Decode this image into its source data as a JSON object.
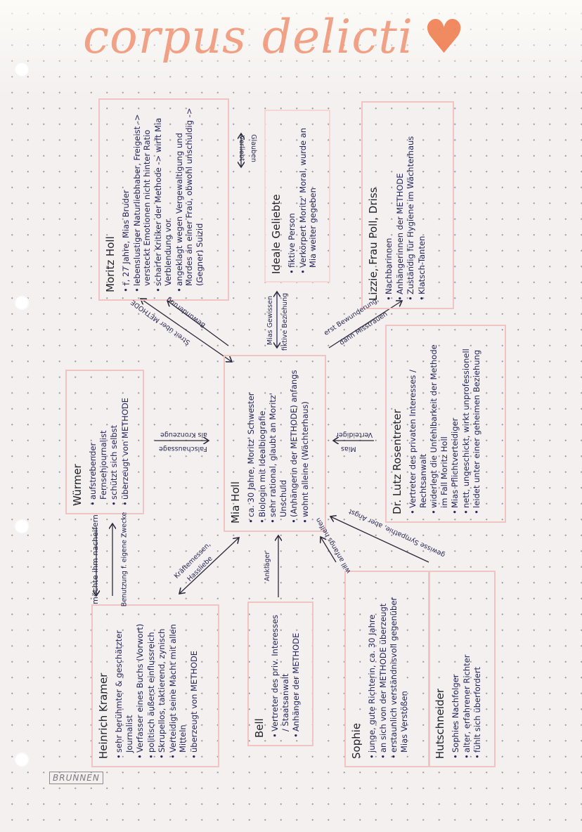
{
  "title": "corpus delicti",
  "title_heart": "♥",
  "brand": "BRUNNEN",
  "colors": {
    "box_border": "#f1c4c4",
    "title": "#f08c6a",
    "ink": "#26235a"
  },
  "characters": {
    "moritz": {
      "name": "Moritz Holl",
      "items": [
        "†, 27 Jahre, Mias Bruder",
        "lebenslustiger Naturliebhaber, Freigeist -> versteckt Emotionen nicht hinter Ratio",
        "scharfer Kritiker der Methode -> wirft Mia Verblendung vor",
        "angeklagt wegen Vergewaltigung und Mordes an einer Frau, obwohl unschuldig -> (Gegner) Suizid"
      ]
    },
    "geliebte": {
      "name": "Ideale Geliebte",
      "items": [
        "fiktive Person",
        "Verkörpert Moritz' Moral, wurde an Mia weiter gegeben"
      ]
    },
    "lizzie": {
      "name": "Lizzie, Frau Poll, Driss",
      "items": [
        "Nachbarinnen",
        "Anhängerinnen der METHODE",
        "Zuständig für Hygiene im Wächterhaus",
        "Klatsch-Tanten"
      ]
    },
    "wuermer": {
      "name": "Würmer",
      "items": [
        "aufstrebender Fernsehjournalist",
        "schützt sich selbst",
        "überzeugt von METHODE"
      ]
    },
    "mia": {
      "name": "Mia Holl",
      "items": [
        "ca. 30 Jahre, Moritz' Schwester",
        "Biologin mit Idealbiografie",
        "sehr rational, glaubt an Moritz' Unschuld",
        "(Anhängerin der METHODE) anfangs",
        "wohnt alleine (Wächterhaus)"
      ]
    },
    "lutz": {
      "name": "Dr. Lutz Rosentreter",
      "items": [
        "Vertreter des privaten Interesses / Rechtsanwalt",
        "widerlegt die Unfehlbarkeit der Methode im Fall Moritz Holl",
        "Mias Pflichtverteidiger",
        "nett, ungeschickt, wirkt unprofessionell",
        "leidet unter einer geheimen Beziehung"
      ]
    },
    "kramer": {
      "name": "Heinrich Kramer",
      "items": [
        "sehr berühmter & geschätzter Journalist",
        "Verfasser eines Buchs (Vorwort)",
        "politisch äußerst einflussreich",
        "Skrupellos, taktierend, zynisch",
        "Verteidigt seine Macht mit allen Mitteln",
        "überzeugt von METHODE"
      ]
    },
    "bell": {
      "name": "Bell",
      "items": [
        "Vertreter des priv. Interesses / Staatsanwalt",
        "Anhänger der METHODE"
      ]
    },
    "sophie": {
      "name": "Sophie",
      "items": [
        "junge, gute Richterin, ca. 30 Jahre",
        "an sich von der METHODE überzeugt",
        "erstaunlich verständnisvoll gegenüber Mias Verstößen"
      ]
    },
    "hutschneider": {
      "name": "Hutschneider",
      "items": [
        "Sophies Nachfolger",
        "alter, erfahrener Richter",
        "fühlt sich überfordert"
      ]
    }
  },
  "relations": {
    "moritz_mia_1": "Streit über METHODE",
    "moritz_mia_2": "Bewunderung",
    "geliebte_moritz_1": "Verliebt",
    "geliebte_moritz_2": "Glauben",
    "geliebte_mia_1": "Mias Gewissen",
    "geliebte_mia_2": "fiktive Beziehung",
    "lizzie_mia_1": "erst Bewunderung,",
    "lizzie_mia_2": "dann Misstrauen",
    "wuermer_mia_1": "als Kronzeuge",
    "wuermer_mia_2": "Falschaussage",
    "lutz_mia_1": "Mias",
    "lutz_mia_2": "Verteidiger",
    "kramer_wuermer_1": "möchte ihm nacheifern",
    "kramer_wuermer_2": "Benutzung f. eigene Zwecke",
    "kramer_mia_1": "Kräftemessen,",
    "kramer_mia_2": "Hassliebe",
    "bell_mia": "Ankläger",
    "sophie_mia_1": "will anfangs helfen",
    "sophie_mia_2": "gewisse Sympathie, aber Angst"
  }
}
